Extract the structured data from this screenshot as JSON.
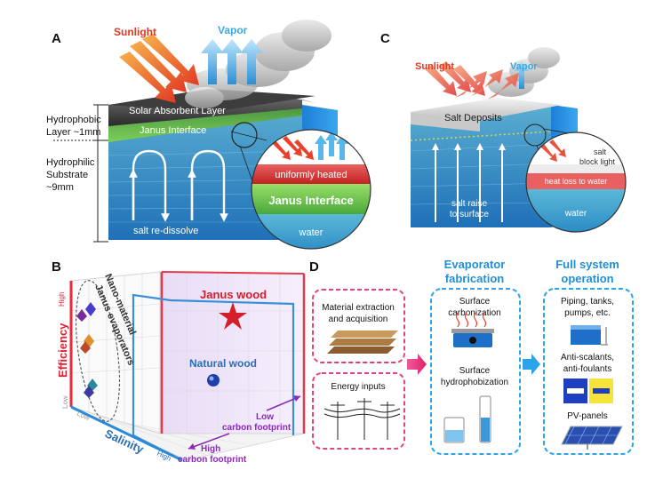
{
  "panel_letters": {
    "a": "A",
    "b": "B",
    "c": "C",
    "d": "D"
  },
  "panel_a": {
    "sunlight": "Sunlight",
    "vapor": "Vapor",
    "solar_layer": "Solar Absorbent Layer",
    "janus_interface": "Janus Interface",
    "hydrophobic_line1": "Hydrophobic",
    "hydrophobic_line2": "Layer ~1mm",
    "hydrophilic_line1": "Hydrophilic",
    "hydrophilic_line2": "Substrate",
    "hydrophilic_line3": "~9mm",
    "salt_redissolve": "salt re-dissolve",
    "zoom_heated": "uniformly heated",
    "zoom_janus": "Janus Interface",
    "zoom_water": "water"
  },
  "panel_b": {
    "y_axis": "Efficiency",
    "y_high": "High",
    "y_low": "Low",
    "x_axis": "Salinity",
    "x_low": "Low",
    "x_high": "High",
    "janus_wood": "Janus wood",
    "natural_wood": "Natural wood",
    "nano_line1": "Nano-material",
    "nano_line2": "Janus evaporators",
    "low_cf_line1": "Low",
    "low_cf_line2": "carbon footprint",
    "high_cf_line1": "High",
    "high_cf_line2": "carbon footprint"
  },
  "panel_c": {
    "sunlight": "Sunlight",
    "vapor": "Vapor",
    "salt_deposits": "Salt Deposits",
    "salt_raise_line1": "salt raise",
    "salt_raise_line2": "to surface",
    "zoom_salt_line1": "salt",
    "zoom_salt_line2": "block light",
    "zoom_heatloss": "heat loss to water",
    "zoom_water": "water"
  },
  "panel_d": {
    "material_line1": "Material extraction",
    "material_line2": "and acquisition",
    "energy": "Energy inputs",
    "fab_line1": "Evaporator",
    "fab_line2": "fabrication",
    "carb_line1": "Surface",
    "carb_line2": "carbonization",
    "hydro_line1": "Surface",
    "hydro_line2": "hydrophobization",
    "full_line1": "Full system",
    "full_line2": "operation",
    "piping_line1": "Piping, tanks,",
    "piping_line2": "pumps, etc.",
    "anti_line1": "Anti-scalants,",
    "anti_line2": "anti-foulants",
    "pv": "PV-panels"
  },
  "colors": {
    "sunlight_red": "#e8402a",
    "vapor_blue": "#3aa9e0",
    "janus_green": "#5cc04a",
    "water_blue": "#2e8fd4",
    "pink_dashed": "#e0457b",
    "cyan_dashed": "#2aa3e8",
    "janus_red": "#d91e2a",
    "natural_blue": "#2b6db8",
    "footprint_purple": "#8a2bb5"
  }
}
